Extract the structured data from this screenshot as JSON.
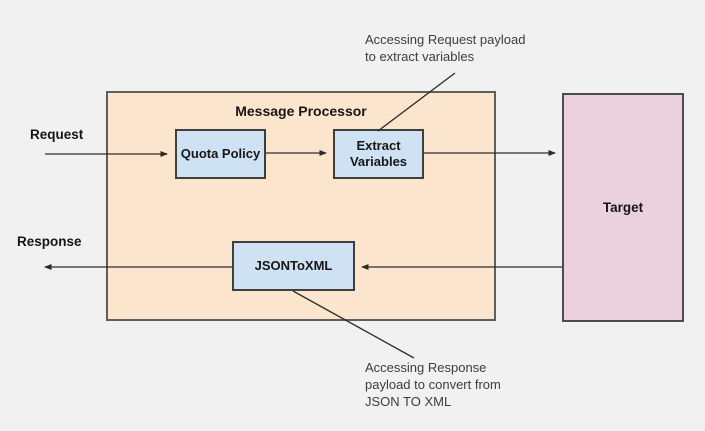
{
  "diagram": {
    "processor": {
      "title": "Message Processor"
    },
    "nodes": {
      "quota_policy": "Quota Policy",
      "extract_variables": "Extract Variables",
      "json_to_xml": "JSONToXML",
      "target": "Target"
    },
    "flow_labels": {
      "request": "Request",
      "response": "Response"
    },
    "annotations": {
      "top": "Accessing Request payload\nto extract variables",
      "bottom": "Accessing Response\npayload to convert from\nJSON TO XML"
    },
    "colors": {
      "background": "#f1f1f1",
      "processor_fill": "#fce5cd",
      "node_fill": "#cfe2f3",
      "target_fill": "#ead1dc",
      "connector": "#2c2c2c"
    }
  }
}
